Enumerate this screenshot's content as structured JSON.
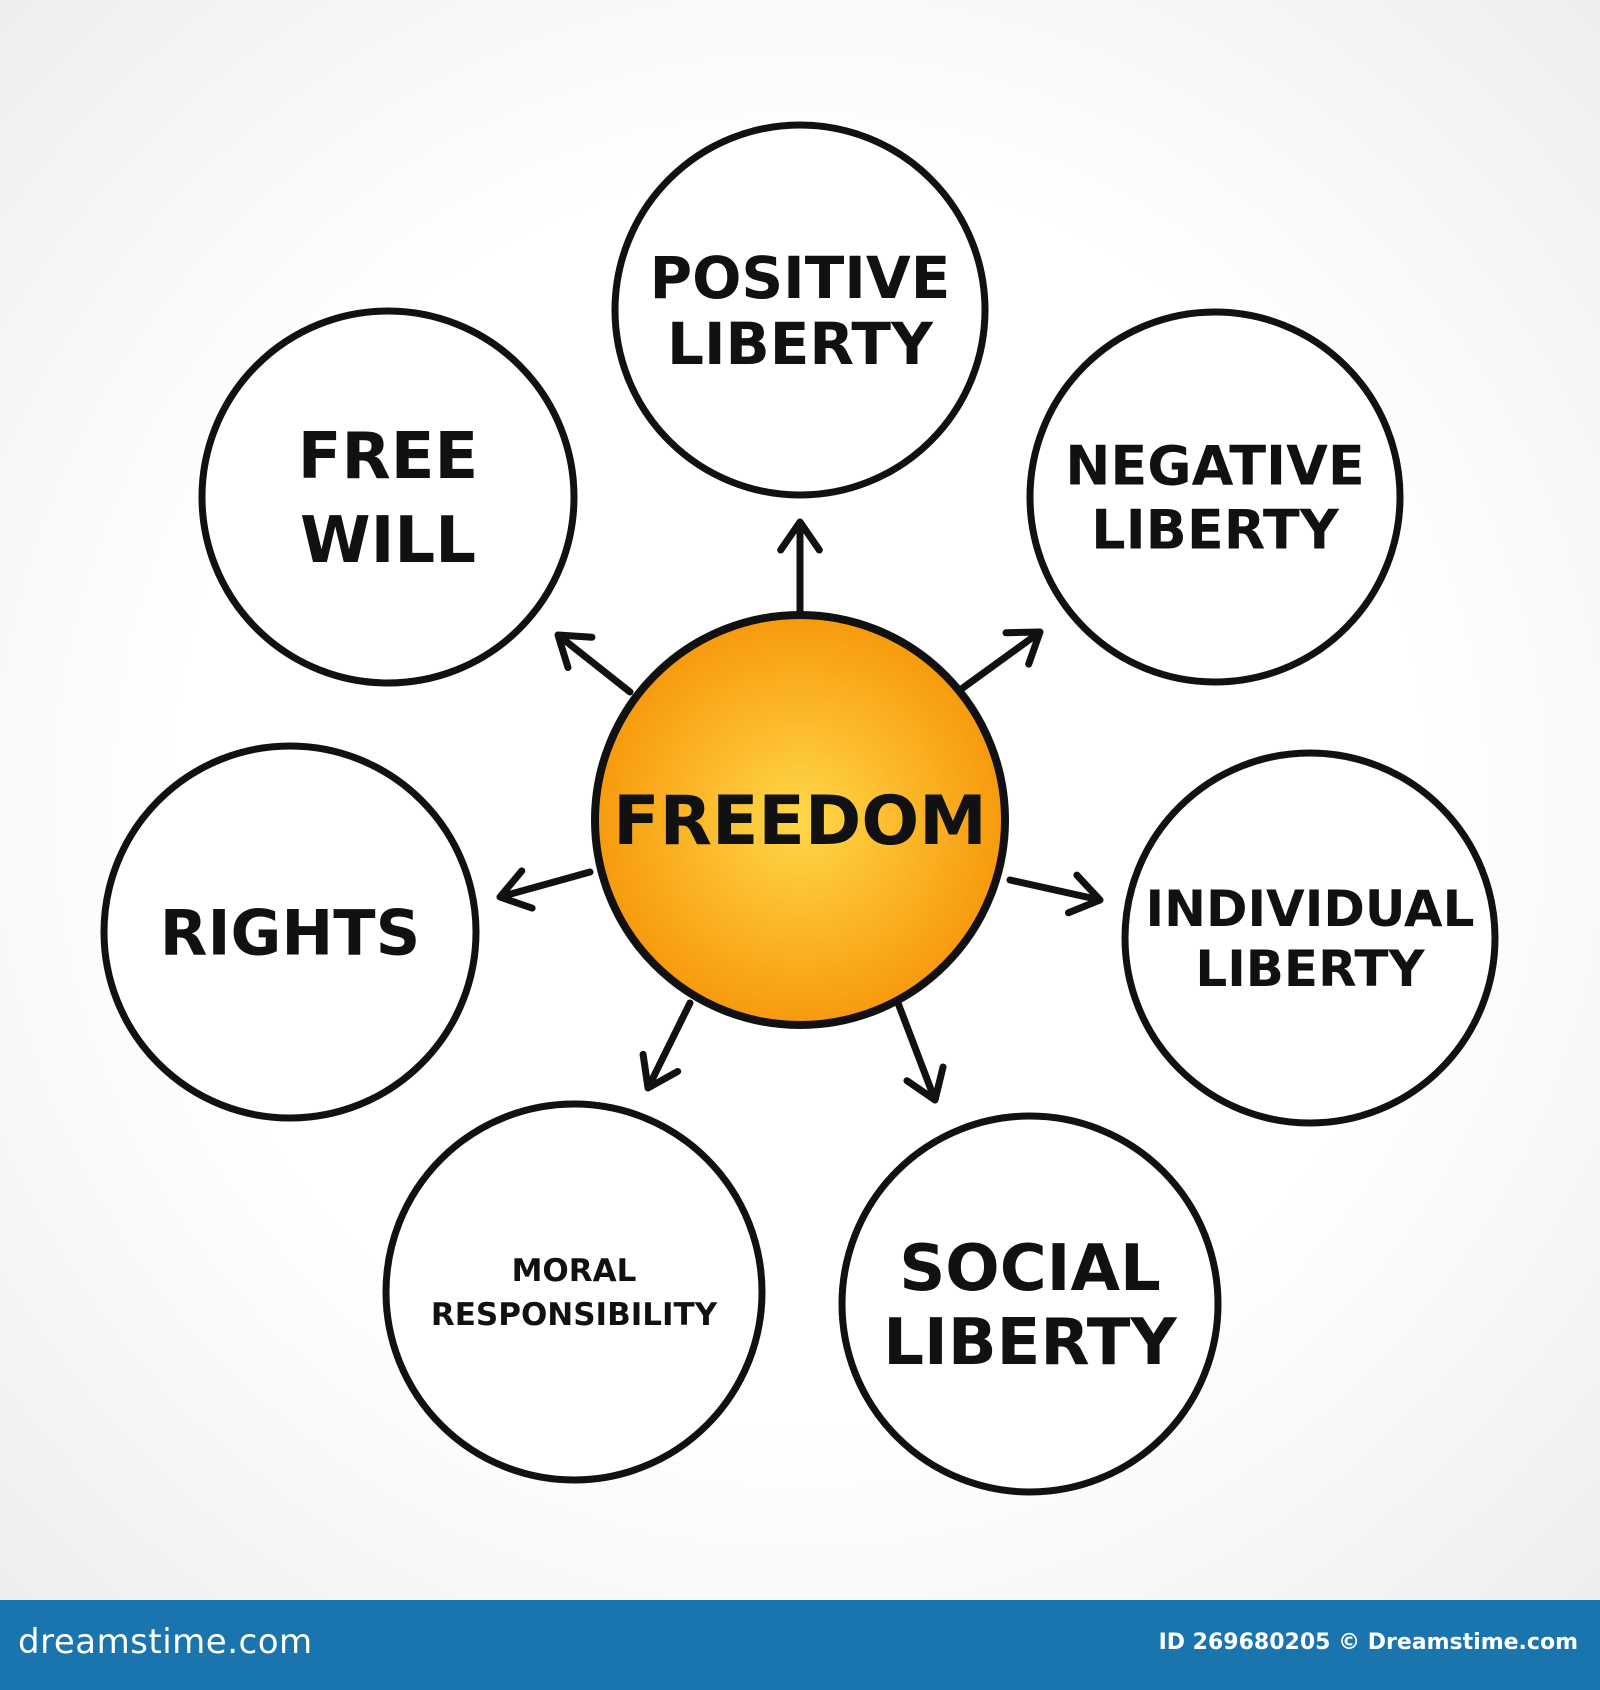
{
  "diagram": {
    "center": {
      "label": "FREEDOM",
      "color_inner": "#ffd84a",
      "color_outer": "#f79a0c"
    },
    "nodes": [
      {
        "id": "positive-liberty",
        "lines": [
          "POSITIVE",
          "LIBERTY"
        ]
      },
      {
        "id": "negative-liberty",
        "lines": [
          "NEGATIVE",
          "LIBERTY"
        ]
      },
      {
        "id": "individual-liberty",
        "lines": [
          "INDIVIDUAL",
          "LIBERTY"
        ]
      },
      {
        "id": "social-liberty",
        "lines": [
          "SOCIAL",
          "LIBERTY"
        ]
      },
      {
        "id": "moral-responsibility",
        "lines": [
          "MORAL",
          "RESPONSIBILITY"
        ]
      },
      {
        "id": "rights",
        "lines": [
          "RIGHTS"
        ]
      },
      {
        "id": "free-will",
        "lines": [
          "FREE",
          "WILL"
        ]
      }
    ]
  },
  "footer": {
    "logo": "dreamstime.com",
    "id_text": "ID 269680205 © Dreamstime.com",
    "color": "#1a74ad"
  }
}
